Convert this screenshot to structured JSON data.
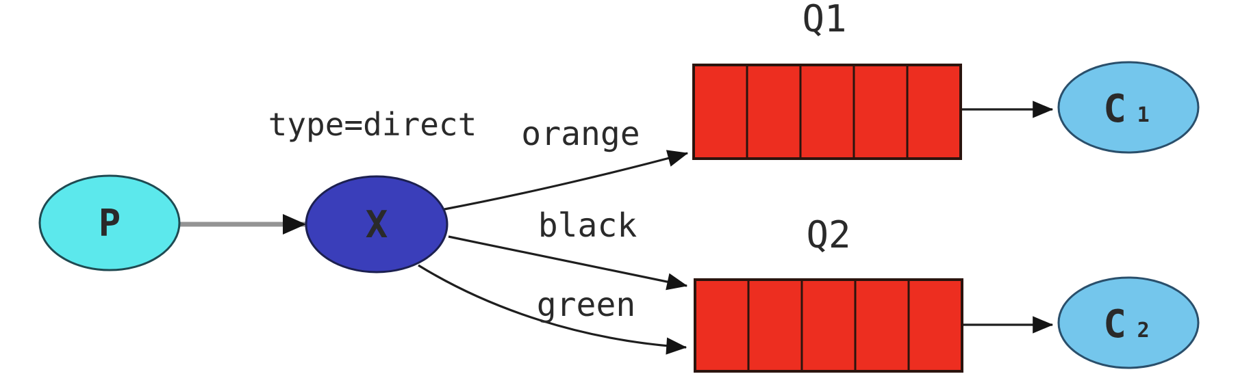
{
  "diagram": {
    "producer": {
      "label": "P"
    },
    "exchange": {
      "label": "X",
      "type_label": "type=direct"
    },
    "queue1": {
      "label": "Q1",
      "segments": 5
    },
    "queue2": {
      "label": "Q2",
      "segments": 5
    },
    "consumer1": {
      "label": "C",
      "subscript": "1"
    },
    "consumer2": {
      "label": "C",
      "subscript": "2"
    },
    "edges": [
      {
        "from": "producer",
        "to": "exchange",
        "label": ""
      },
      {
        "from": "exchange",
        "to": "queue1",
        "label": "orange"
      },
      {
        "from": "exchange",
        "to": "queue2",
        "label": "black"
      },
      {
        "from": "exchange",
        "to": "queue2",
        "label": "green"
      },
      {
        "from": "queue1",
        "to": "consumer1",
        "label": ""
      },
      {
        "from": "queue2",
        "to": "consumer2",
        "label": ""
      }
    ]
  },
  "colors": {
    "producer_fill": "#5ce8ec",
    "producer_stroke": "#1f4a52",
    "producer_text": "#0c3b46",
    "exchange_fill": "#3a3eba",
    "exchange_stroke": "#1c2050",
    "exchange_text": "#151c70",
    "queue_fill": "#ed2e20",
    "queue_stroke": "#2b140e",
    "consumer_fill": "#74c6ec",
    "consumer_stroke": "#2a4f6b",
    "consumer_text": "#14344e",
    "edge_line": "#1e1e1e",
    "producer_edge_line": "#949494",
    "label_text": "#2a2a2a"
  }
}
